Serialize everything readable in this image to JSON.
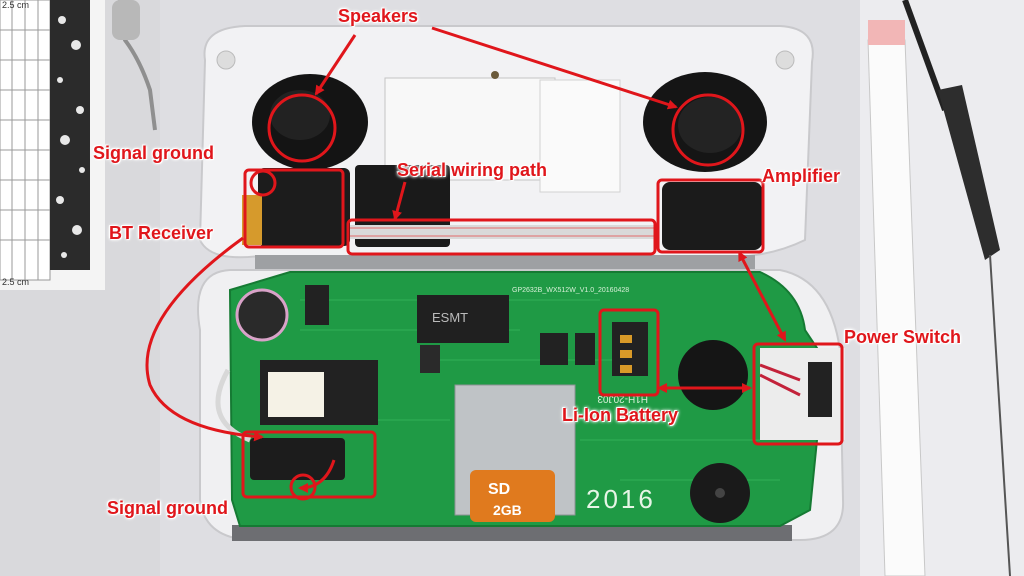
{
  "labels": {
    "speakers": "Speakers",
    "signal_ground_top": "Signal ground",
    "serial_wiring_path": "Serial wiring path",
    "amplifier": "Amplifier",
    "bt_receiver": "BT Receiver",
    "power_switch": "Power Switch",
    "li_ion_battery": "Li-Ion Battery",
    "signal_ground_bottom": "Signal ground"
  },
  "photo_text": {
    "ruler_unit": "2.5 cm",
    "chip_brand": "ESMT",
    "board_code": "GP2632B_WX512W_V1.0_20160428",
    "board_code2": "H1H-20J03",
    "sd_brand": "SD",
    "sd_capacity": "2GB",
    "year": "2016"
  },
  "colors": {
    "annotation_red": "#e0161b",
    "pcb_green": "#1f9a45",
    "shell_white": "#f2f2f4"
  }
}
